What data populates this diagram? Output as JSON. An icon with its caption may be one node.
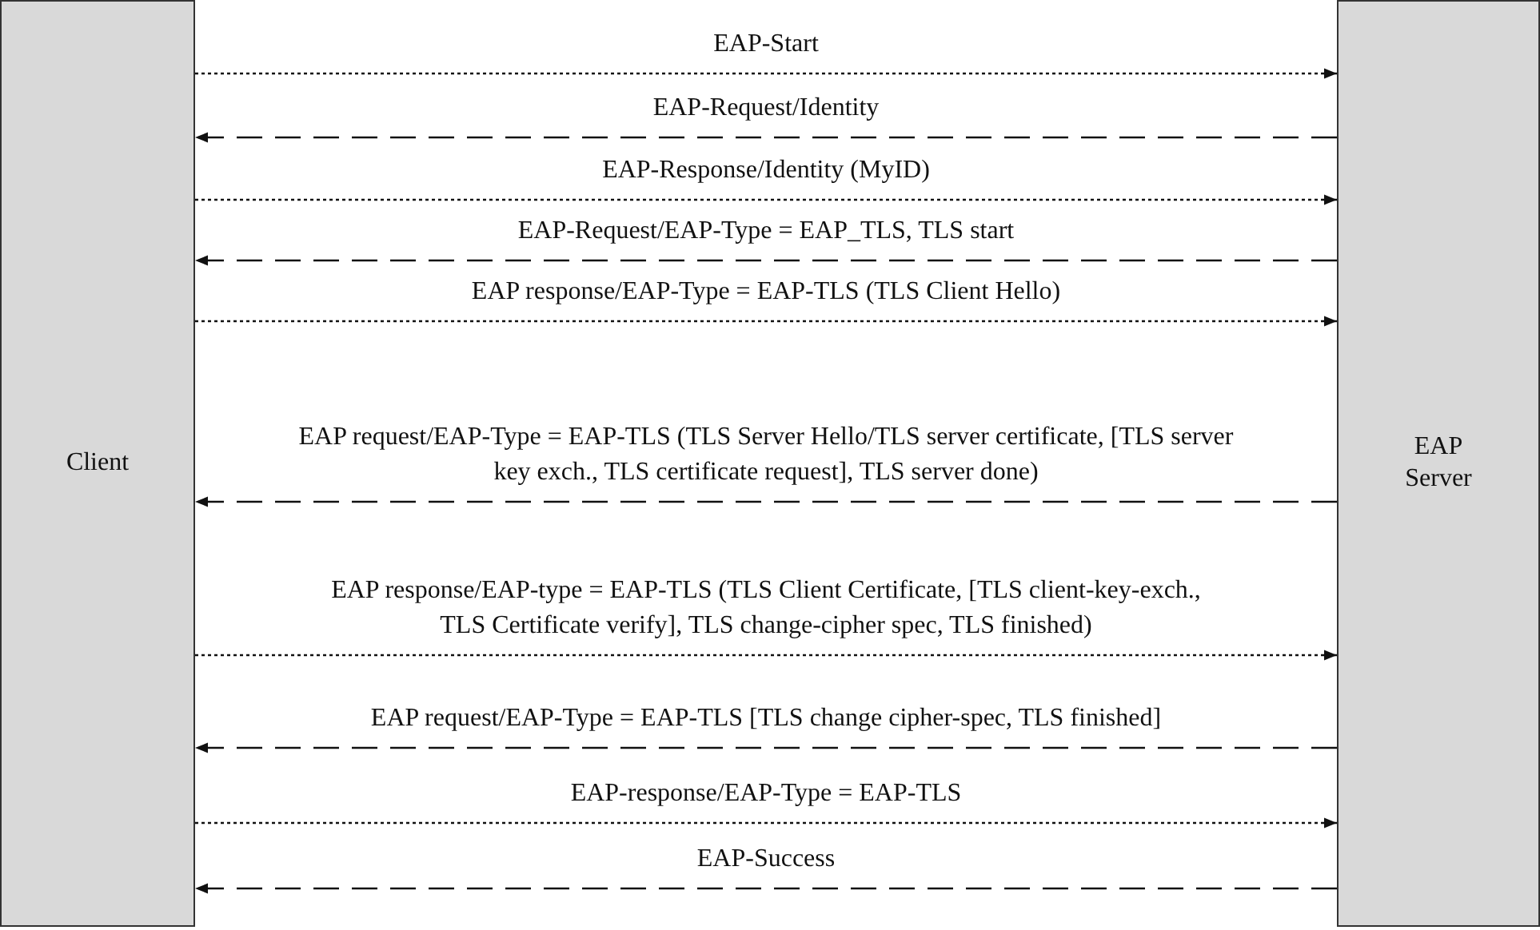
{
  "diagram": {
    "nodes": [
      {
        "text": [
          "Client"
        ]
      },
      {
        "text": [
          "EAP Server"
        ]
      }
    ],
    "edges": [
      {
        "from": 0,
        "to": 1,
        "arrow": "to",
        "label": "EAP-Start"
      },
      {
        "from": 1,
        "to": 0,
        "arrow": "to",
        "label": "EAP-Request/Identity",
        "style": "dashed"
      },
      {
        "from": 0,
        "to": 1,
        "arrow": "to",
        "label": "EAP-Response/Identity (MyID)"
      },
      {
        "from": 1,
        "to": 0,
        "arrow": "to",
        "label": "EAP-Request/EAP-Type = EAP_TLS, TLS start",
        "style": "dashed"
      },
      {
        "from": 0,
        "to": 1,
        "arrow": "to",
        "label": "EAP response/EAP-Type = EAP-TLS (TLS Client Hello)"
      },
      {
        "from": 1,
        "to": 0,
        "arrow": "to",
        "label": "EAP request/EAP-Type = EAP-TLS (TLS Server Hello/TLS server certificate, [TLS server key exch., TLS certificate request], TLS server done)",
        "style": "dashed"
      },
      {
        "from": 0,
        "to": 1,
        "arrow": "to",
        "label": "EAP response/EAP-type = EAP-TLS (TLS Client Certificate, [TLS client-key-exch., TLS Certificate verify], TLS change-cipher spec, TLS finished)"
      },
      {
        "from": 1,
        "to": 0,
        "arrow": "to",
        "label": "EAP request/EAP-Type = EAP-TLS [TLS change cipher-spec, TLS finished]",
        "style": "dashed"
      },
      {
        "from": 0,
        "to": 1,
        "arrow": "to",
        "label": "EAP-response/EAP-Type = EAP-TLS"
      },
      {
        "from": 1,
        "to": 0,
        "arrow": "to",
        "label": "EAP-Success",
        "style": "dashed"
      }
    ]
  }
}
